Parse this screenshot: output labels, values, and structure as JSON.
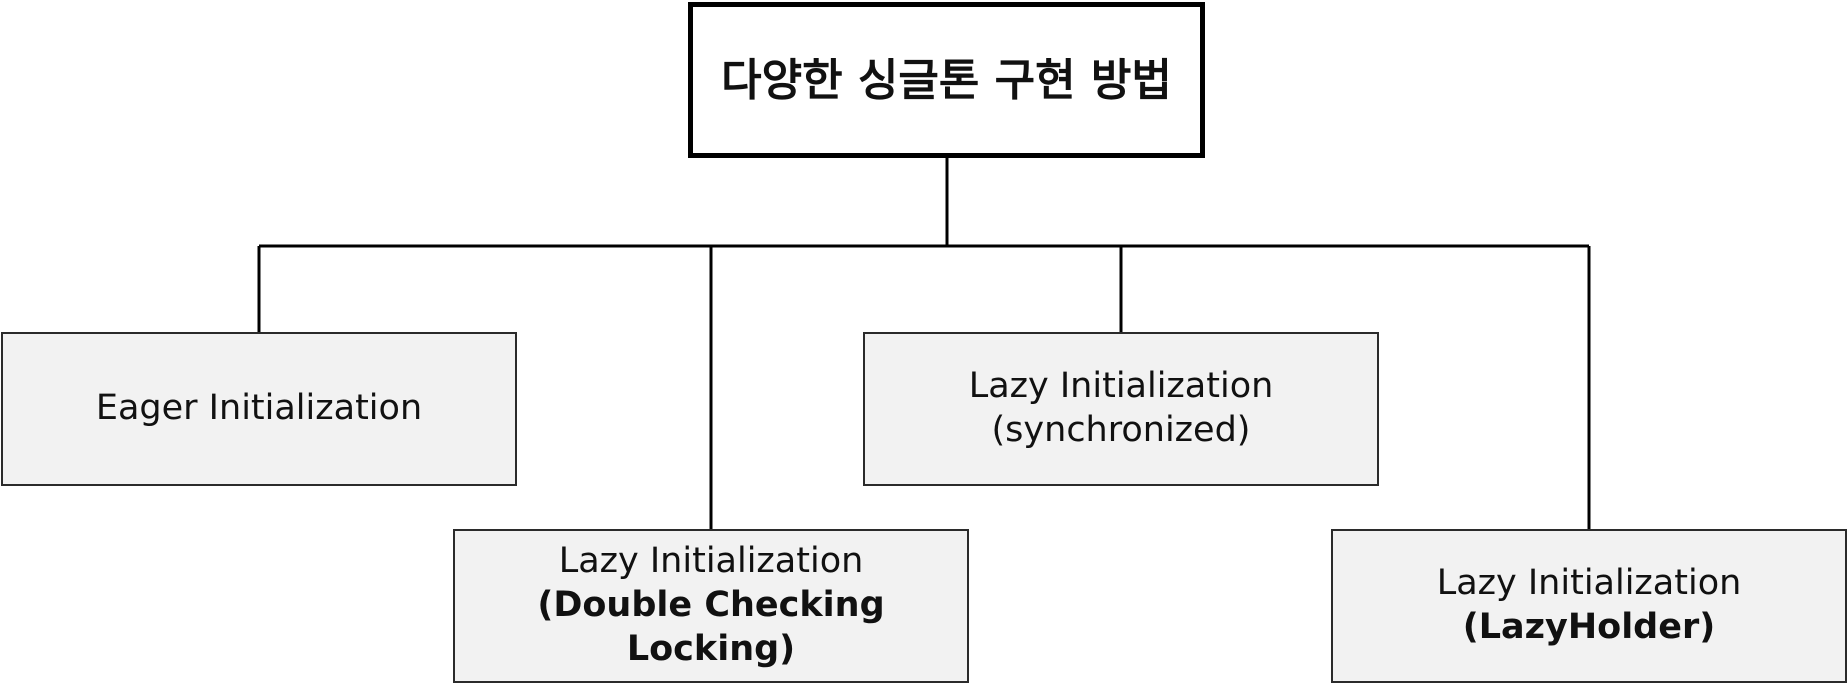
{
  "root": {
    "title": "다양한 싱글톤 구현 방법"
  },
  "nodes": {
    "eager": {
      "label": "Eager Initialization"
    },
    "synchronized": {
      "line1": "Lazy Initialization",
      "line2": "(synchronized)"
    },
    "double_checking": {
      "line1": "Lazy Initialization",
      "line2": "(Double Checking Locking)"
    },
    "lazy_holder": {
      "line1": "Lazy Initialization",
      "line2": "(LazyHolder)"
    }
  },
  "colors": {
    "root_border": "#000000",
    "node_fill": "#f2f2f2",
    "node_border": "#2b2b2b",
    "connector": "#000000"
  }
}
